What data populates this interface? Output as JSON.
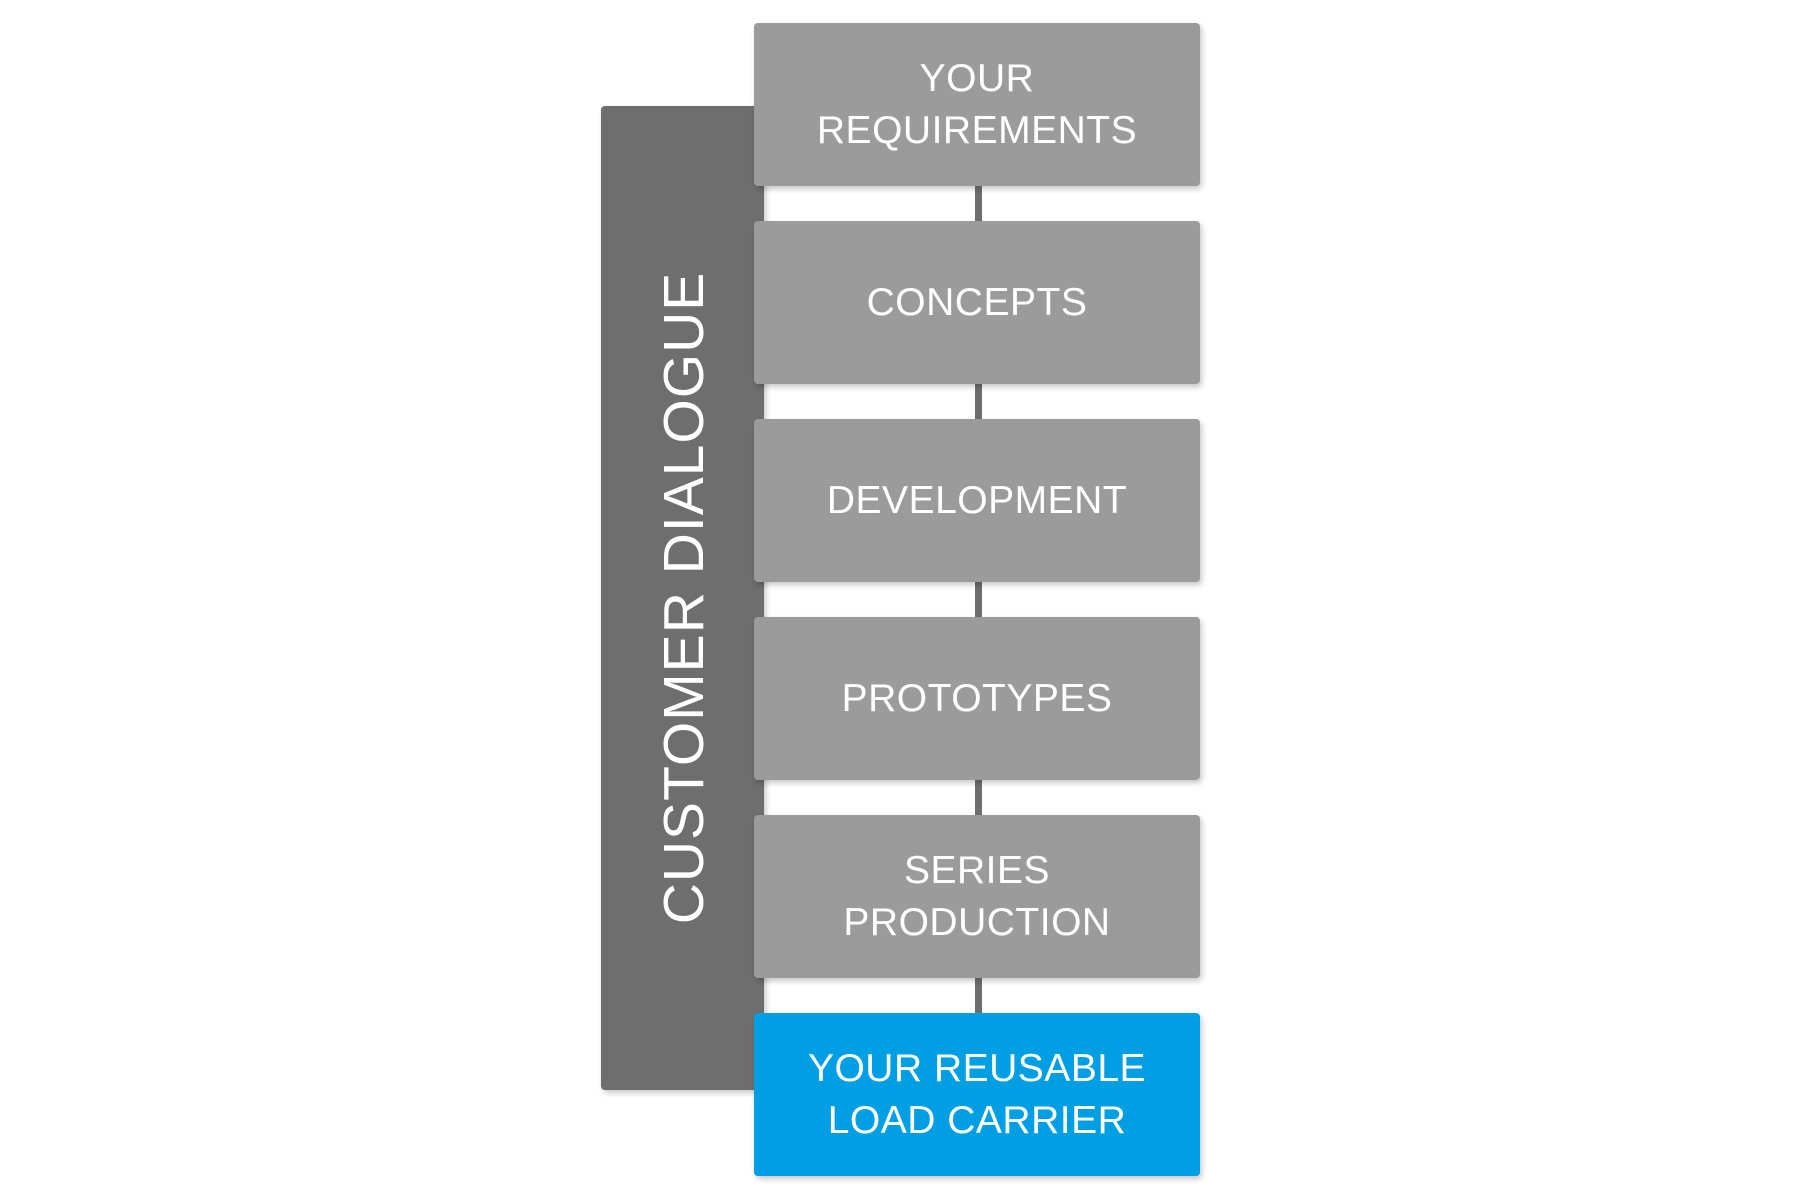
{
  "side_label": "CUSTOMER DIALOGUE",
  "steps": [
    {
      "label": "YOUR\nREQUIREMENTS"
    },
    {
      "label": "CONCEPTS"
    },
    {
      "label": "DEVELOPMENT"
    },
    {
      "label": "PROTOTYPES"
    },
    {
      "label": "SERIES\nPRODUCTION"
    },
    {
      "label": "YOUR REUSABLE\nLOAD CARRIER"
    }
  ],
  "colors": {
    "step": "#9b9b9b",
    "final_step": "#009fe3",
    "side_bar": "#6e6e6e",
    "text": "#ffffff"
  }
}
